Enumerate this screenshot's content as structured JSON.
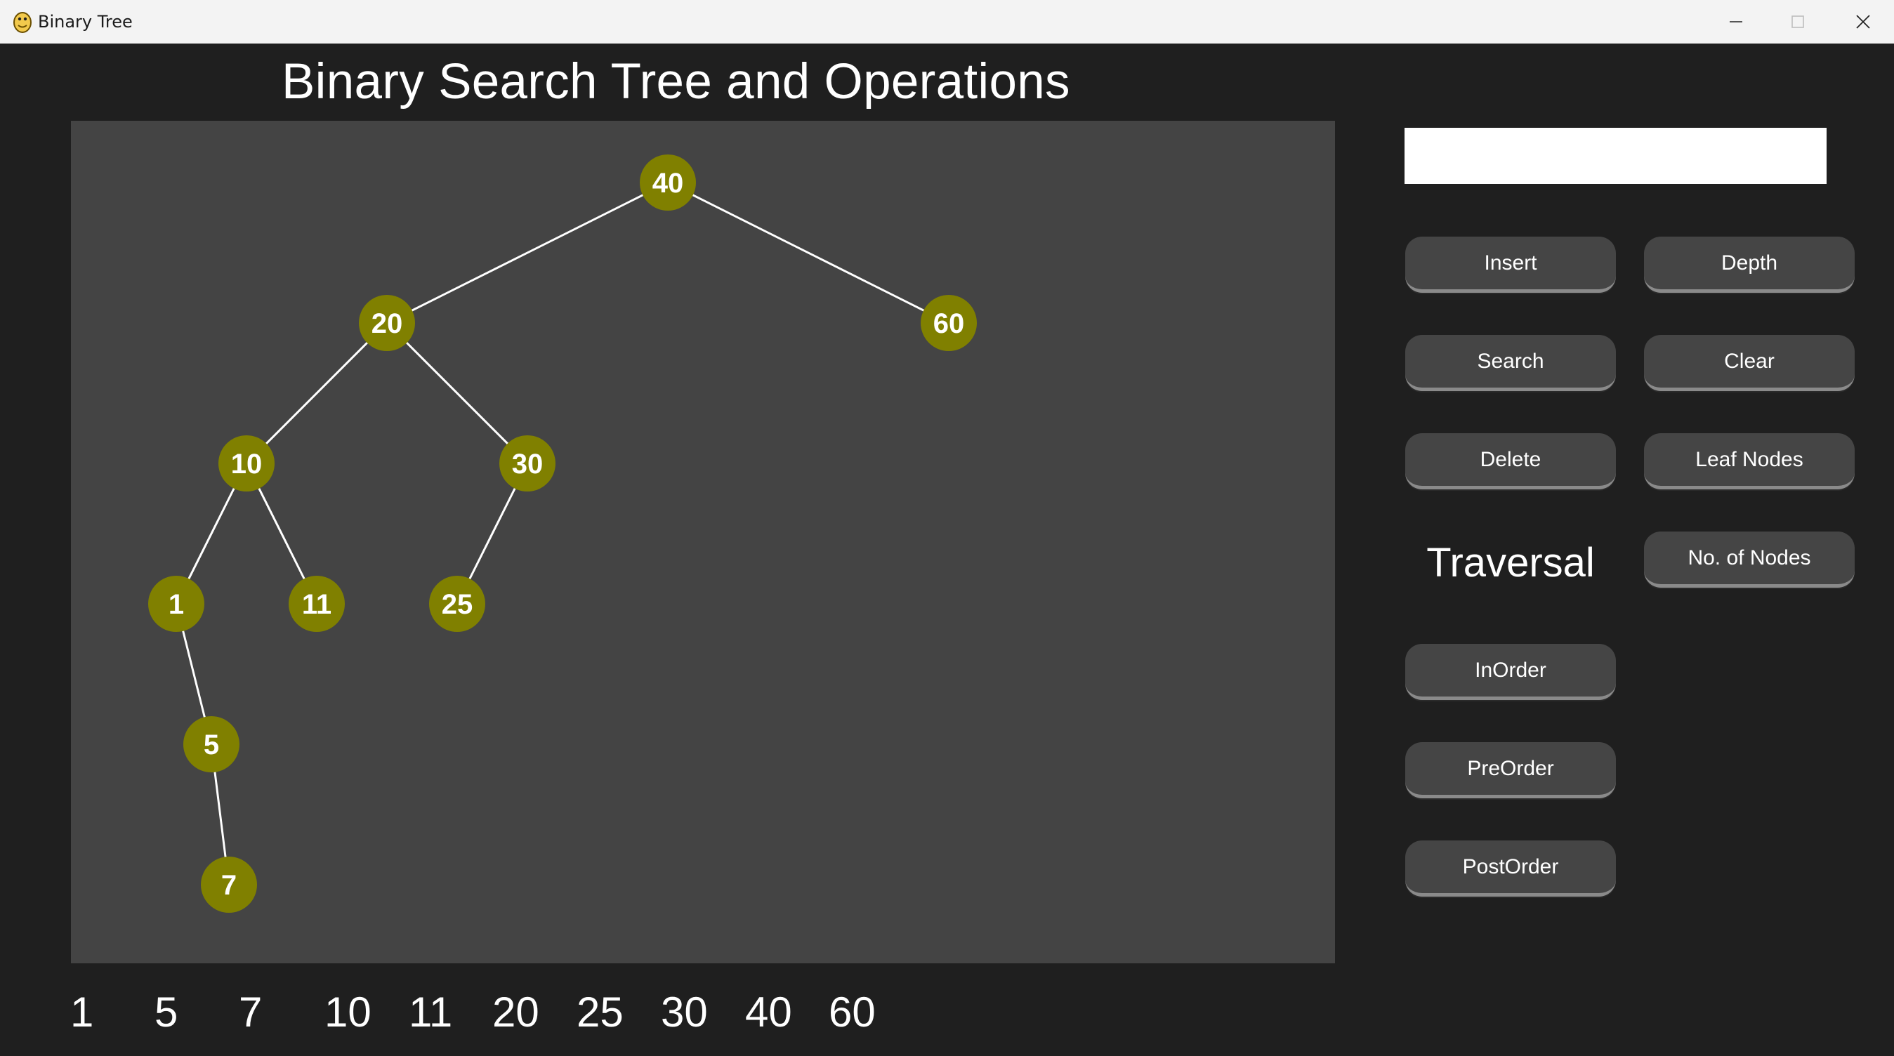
{
  "window": {
    "title": "Binary Tree",
    "icon": "python-snake-icon",
    "controls": [
      "minimize-icon",
      "maximize-icon",
      "close-icon"
    ]
  },
  "app": {
    "heading": "Binary Search Tree and Operations"
  },
  "input": {
    "value": "",
    "placeholder": ""
  },
  "buttons": {
    "insert": "Insert",
    "search": "Search",
    "delete": "Delete",
    "depth": "Depth",
    "clear": "Clear",
    "leaf_nodes": "Leaf Nodes",
    "no_of_nodes": "No. of Nodes",
    "inorder": "InOrder",
    "preorder": "PreOrder",
    "postorder": "PostOrder"
  },
  "traversal_label": "Traversal",
  "colors": {
    "node_fill": "#808000",
    "edge": "#ffffff",
    "canvas_bg": "#444444",
    "app_bg": "#1f1f1f",
    "button_bg": "#454545"
  },
  "tree": {
    "root": 40,
    "nodes": [
      {
        "value": "40",
        "left": "20",
        "right": "60"
      },
      {
        "value": "20",
        "left": "10",
        "right": "30"
      },
      {
        "value": "60",
        "left": null,
        "right": null
      },
      {
        "value": "10",
        "left": "1",
        "right": "11"
      },
      {
        "value": "30",
        "left": "25",
        "right": null
      },
      {
        "value": "1",
        "left": null,
        "right": "5"
      },
      {
        "value": "11",
        "left": null,
        "right": null
      },
      {
        "value": "25",
        "left": null,
        "right": null
      },
      {
        "value": "5",
        "left": null,
        "right": "7"
      },
      {
        "value": "7",
        "left": null,
        "right": null
      }
    ]
  },
  "traversal_result": [
    "1",
    "5",
    "7",
    "10",
    "11",
    "20",
    "25",
    "30",
    "40",
    "60"
  ]
}
